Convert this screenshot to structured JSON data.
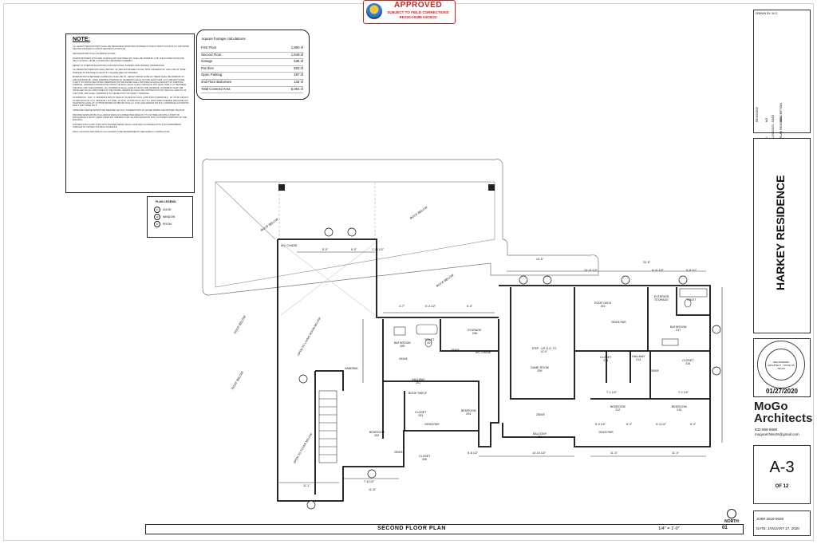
{
  "stamp": {
    "title": "APPROVED",
    "subtitle": "SUBJECT TO FIELD CORRECTIONS",
    "ref": "RES20-00486   03/30/22"
  },
  "notes": {
    "heading": "NOTE:",
    "paragraphs": [
      "ALL HEIGHT DESIGNATIONS SHALL BE MEASURED FROM MAIN FINISHED FLOOR AT FIRST FLOOR PLAN, AND FROM SECOND FINISHED FLOOR AT SECOND FLOOR PLAN.",
      "WEATHERSTRIP AT ALL EXTERIOR DOORS.",
      "DOORS BETWEEN ATTACHED GARAGE AND THE DWELLING SHALL BE MINIMUM 1 3/8\" SOLID CORE WOOD AND SELF CLOSING, OR BE A 20 MINUTE FIRE-RATED ASSEMBLY.",
      "REFER TO INTERIOR ELEVATIONS FOR ADDITIONAL FURRING AND FRAMING INFORMATION.",
      "ALL BEDROOM WINDOWS SHALL BE MAX. 44\" ABOVE FINISHED FLOOR, WITH A MINIMUM 24\" HIGH AND 20\" WIDE OPENING TO PROVIDE AT LEAST 5.7 SQUARE FEET OF OPENING.",
      "MINIMUM WIDTH BETWEEN HANDRAILS SHALL BE 36\", HEIGHT ABOVE NOSE OF TREAD SHALL BE MINIMUM 34\", AND MAXIMUM 38\", HAND GRIPPING PORTION OF HANDRAILS SHALL NOT BE LESS THAN 1 1/4\" AND NOT MORE THAN 2\" IN CROSS-SECTIONAL DIMENSION OR THE SHAPE SHALL PROVIDE AN EQUAL AMOUNT OF GRIPPING SURFACE. HANDRAILS PROJECTING FROM THE WALL SHALL HAVE A SPACE OF NOT LESS THAN 1 1/2\" BETWEEN THE WALL AND THE HANDRAIL. ALL STAIRWAYS SHALL HAVE AT LEAST ONE HANDRAIL. HANDRAILS SHALL BE INSTALLED ON ALL OPEN SIDES OF THE STAIRS. HANDRAILS SHALL BE CONTINUOUS FOR THE FULL LENGTH OF THE STAIR, AND SHALL TERMINATE IN A NEWELPOST OR SAFETY TERMINAL.",
      "GUARDRAILS - MAX. 4\" OPENINGS AND 36\" HEIGHT, AS PER IRC R312.1 AND R312.2 HANDRAILS - 34\" TO 38\" HEIGHT, AS PER IRC R311.7.8.1. MINIMUM 7 3/4\" RISE, 10\" RUN, AS PER IRC R 311.7.5.1. ENCLOSED USEABLE SPACE BELOW STAIR MUST HAVE 1/2\" GYPSUM BOARD AS PER IRC R311.2.2. LIVE LOAD DESIGN 200 PLF, GUARDRAILS AS PER IRC R301.5 AND TABLE 301.5.",
      "APPROVED SMOKE DETECTORS REQUIRE 120 VOLT CONNECTIONS TO HOUSE WIRING AND BATTERY BACKUP.",
      "PROVIDE VENTILATION AT ALL BATHS WHICH IS CONNECTED DIRECTLY TO OUTSIDE AIR WITH A POINT OF DISCHARGE AT LEAST 3 FEET FROM ANY OPENING THAT ALLOWS AIR ENTRY INTO OCCUPIED PORTIONS OF THE BUILDING.",
      "SHOWER STALLS AND TUBS WITH SHOWER HEADS SHALL HAVE WALLS FINISHED WITH A NON-ABSORBENT SURFACE AS SHOWN ON FINISH SCHEDULE.",
      "FINAL LOCATION AND SIZE OF A/C CHASES TO BE DETERMINED BY MECHANICAL CONTRACTOR."
    ]
  },
  "sqft": {
    "heading": "square footage calculations",
    "rows": [
      {
        "label": "First Floor",
        "value": "1,850 sf"
      },
      {
        "label": "Second Floor",
        "value": "1,548 sf"
      },
      {
        "label": "Garage",
        "value": "635 sf"
      },
      {
        "label": "Porches",
        "value": "503 sf"
      },
      {
        "label": "Open Parking",
        "value": "297 sf"
      },
      {
        "label": "2nd Floor Balconies",
        "value": "132 sf"
      },
      {
        "label": "Total Covered Area",
        "value": "5,064 sf"
      }
    ]
  },
  "legend": {
    "title": "PLAN LEGEND:",
    "items": [
      {
        "key": "D",
        "label": "DOOR"
      },
      {
        "key": "W",
        "label": "WINDOW"
      },
      {
        "key": "R",
        "label": "ROOM"
      }
    ]
  },
  "plan": {
    "roof_notes": [
      "ROOF BELOW",
      "ROOF BELOW",
      "ROOF BELOW",
      "ROOF BELOW",
      "ROOF BELOW"
    ],
    "open_notes": [
      "OPEN TO LIVING ROOM BELOW",
      "OPEN TO FOYER BELOW"
    ],
    "ac_chase": "A/C CHASE",
    "rooms": [
      {
        "name": "BATHROOM",
        "num": "206"
      },
      {
        "name": "TOILET",
        "num": "207"
      },
      {
        "name": "STORAGE",
        "num": "208"
      },
      {
        "name": "A/C CHASE",
        "num": ""
      },
      {
        "name": "HALLWAY",
        "num": "201"
      },
      {
        "name": "BOOK SHELF",
        "num": ""
      },
      {
        "name": "CLOSET",
        "num": "203"
      },
      {
        "name": "BEDROOM",
        "num": "204"
      },
      {
        "name": "BEDROOM",
        "num": "202"
      },
      {
        "name": "CLOSET",
        "num": "205"
      },
      {
        "name": "GAME ROOM",
        "num": "209"
      },
      {
        "name": "BALCONY",
        "num": "211"
      },
      {
        "name": "ROOF DECK",
        "num": "210"
      },
      {
        "name": "EXTERIOR STORAGE",
        "num": ""
      },
      {
        "name": "TOILET",
        "num": ""
      },
      {
        "name": "BATHROOM",
        "num": "217"
      },
      {
        "name": "CLOSET",
        "num": "214"
      },
      {
        "name": "HALLWAY",
        "num": "213"
      },
      {
        "name": "CLOSET",
        "num": "216"
      },
      {
        "name": "BEDROOM",
        "num": "212"
      },
      {
        "name": "BEDROOM",
        "num": "215"
      }
    ],
    "step_note": "STEP - UP CLG. TO 10'-0\"",
    "handrail": "HANDRAIL",
    "dims": [
      "5'-0\"",
      "6'-0\"",
      "1'-10 1/2\"",
      "4'-7\"",
      "5'-4 1/2\"",
      "6'-0\"",
      "14'-0\"",
      "10'-11 1/2\"",
      "6'-11 1/2\"",
      "6'-8 1/2\"",
      "22'-8\"",
      "11'-1\"",
      "7'-8 1/2\"",
      "11'-8\"",
      "6'-8 1/2\"",
      "14'-10 1/2\"",
      "11'-4\"",
      "11'-4\"",
      "7'-1 1/2\"",
      "7'-1 1/2\"",
      "5'-3 1/2\"",
      "5'-3 1/2\"",
      "6'-3\"",
      "6'-3\""
    ],
    "door_tags": [
      "2'6X6'8",
      "2'6X6'8",
      "2'8X6'8",
      "2'6X6'8 PAIR",
      "2'6X6'8",
      "2'6X6'8 PAIR",
      "2'6X6'8 PAIR",
      "2'8X6'8"
    ]
  },
  "titlebar": {
    "title": "SECOND FLOOR PLAN",
    "scale": "1/4\" = 1'-0\"",
    "north": "NORTH",
    "sheet_ref": "01"
  },
  "titleblock": {
    "drawn_by": "DRAWN BY: M.G.",
    "revision_label": "REVISIONS",
    "rev_cols": [
      "NO.",
      "DATE",
      "DESCRIPTION"
    ],
    "rev_row": [
      "1",
      "12/13/2021",
      "PLAN REVISION"
    ],
    "project": "HARKEY RESIDENCE",
    "seal_text": "REGISTERED ARCHITECT - STATE OF TEXAS",
    "seal_date": "01/27/2020",
    "firm_name_1": "MoGo",
    "firm_name_2": "Architects",
    "phone": "832-856-6588",
    "email": "mogoarchitects@gmail.com",
    "sheet": "A-3",
    "sheet_of": "OF 12",
    "job": "JOB# 2019-0028",
    "date": "DATE: JANUARY 27, 2020"
  }
}
